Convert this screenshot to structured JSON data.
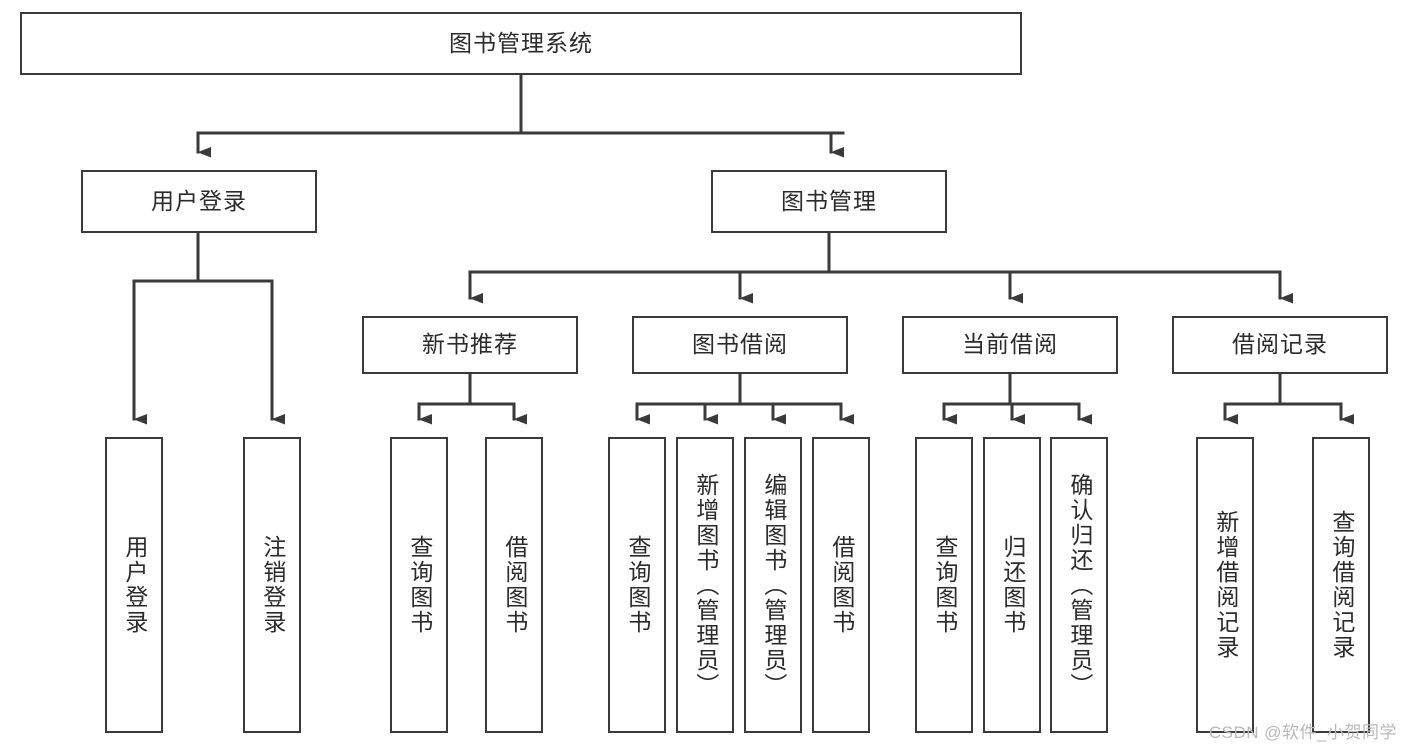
{
  "diagram": {
    "type": "tree",
    "title": "图书管理系统",
    "root": {
      "id": "root",
      "label": "图书管理系统",
      "orientation": "horizontal"
    },
    "level1": [
      {
        "id": "user-login",
        "label": "用户登录",
        "orientation": "horizontal"
      },
      {
        "id": "book-manage",
        "label": "图书管理",
        "orientation": "horizontal"
      }
    ],
    "level2": [
      {
        "id": "new-book-recommend",
        "label": "新书推荐",
        "parent": "book-manage",
        "orientation": "horizontal"
      },
      {
        "id": "book-borrow",
        "label": "图书借阅",
        "parent": "book-manage",
        "orientation": "horizontal"
      },
      {
        "id": "current-borrow",
        "label": "当前借阅",
        "parent": "book-manage",
        "orientation": "horizontal"
      },
      {
        "id": "borrow-record",
        "label": "借阅记录",
        "parent": "book-manage",
        "orientation": "horizontal"
      }
    ],
    "leaves": [
      {
        "id": "leaf-user-login",
        "label": "用户登录",
        "parent": "user-login",
        "orientation": "vertical"
      },
      {
        "id": "leaf-logout",
        "label": "注销登录",
        "parent": "user-login",
        "orientation": "vertical"
      },
      {
        "id": "leaf-query-book-1",
        "label": "查询图书",
        "parent": "new-book-recommend",
        "orientation": "vertical"
      },
      {
        "id": "leaf-borrow-book-1",
        "label": "借阅图书",
        "parent": "new-book-recommend",
        "orientation": "vertical"
      },
      {
        "id": "leaf-query-book-2",
        "label": "查询图书",
        "parent": "book-borrow",
        "orientation": "vertical"
      },
      {
        "id": "leaf-add-book",
        "label": "新增图书（管理员）",
        "parent": "book-borrow",
        "orientation": "vertical"
      },
      {
        "id": "leaf-edit-book",
        "label": "编辑图书（管理员）",
        "parent": "book-borrow",
        "orientation": "vertical"
      },
      {
        "id": "leaf-borrow-book-2",
        "label": "借阅图书",
        "parent": "book-borrow",
        "orientation": "vertical"
      },
      {
        "id": "leaf-query-book-3",
        "label": "查询图书",
        "parent": "current-borrow",
        "orientation": "vertical"
      },
      {
        "id": "leaf-return-book",
        "label": "归还图书",
        "parent": "current-borrow",
        "orientation": "vertical"
      },
      {
        "id": "leaf-confirm-return",
        "label": "确认归还（管理员）",
        "parent": "current-borrow",
        "orientation": "vertical"
      },
      {
        "id": "leaf-add-record",
        "label": "新增借阅记录",
        "parent": "borrow-record",
        "orientation": "vertical"
      },
      {
        "id": "leaf-query-record",
        "label": "查询借阅记录",
        "parent": "borrow-record",
        "orientation": "vertical"
      }
    ],
    "colors": {
      "border": "#3a3a3a",
      "fill": "#ffffff",
      "text": "#2b2b2b",
      "connector": "#3a3a3a",
      "watermark": "#b9b9b9"
    }
  },
  "watermark": {
    "text": "CSDN @软件_小贺同学"
  }
}
